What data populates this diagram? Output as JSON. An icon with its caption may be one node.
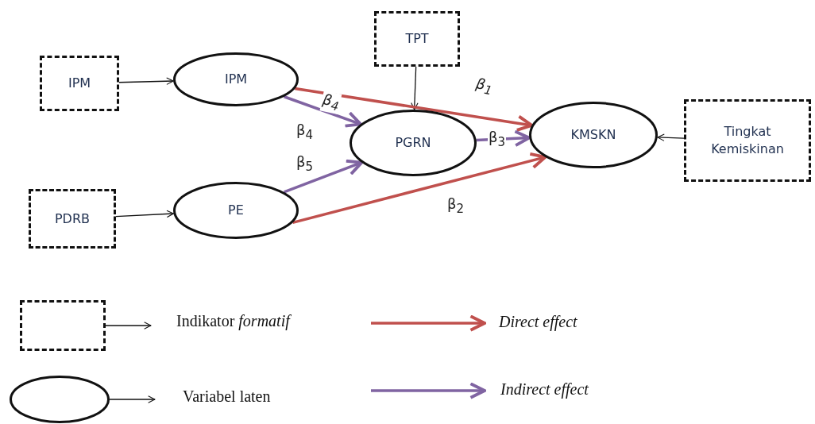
{
  "diagram": {
    "nodes": [
      {
        "text": [
          "IPM"
        ]
      },
      {
        "text": [
          "IPM"
        ]
      },
      {
        "text": [
          "TPT"
        ]
      },
      {
        "text": [
          "PGRN"
        ]
      },
      {
        "text": [
          "KMSKN"
        ]
      },
      {
        "text": [
          "Tingkat Kemiskinan"
        ]
      },
      {
        "text": [
          "PDRB"
        ]
      },
      {
        "text": [
          "PE"
        ]
      },
      {
        "text": [],
        "shape": "box"
      },
      {
        "text": [],
        "shape": "ellipse"
      }
    ],
    "edges": [
      {
        "from": 0,
        "to": 1,
        "arrow": "to"
      },
      {
        "from": 2,
        "to": 3,
        "arrow": "to"
      },
      {
        "from": 5,
        "to": 4,
        "arrow": "to"
      },
      {
        "from": 6,
        "to": 7,
        "arrow": "to"
      },
      {
        "from": 1,
        "to": 4,
        "arrow": "to",
        "label": "β$_{1}$",
        "style": "thick",
        "color": "#c0504d"
      },
      {
        "from": 7,
        "to": 4,
        "arrow": "to",
        "label": "β$_{2}$",
        "style": "thick",
        "color": "#c0504d"
      },
      {
        "from": 3,
        "to": 4,
        "arrow": "to",
        "label": "β$_{3}$",
        "style": "thick",
        "color": "#8064a2"
      },
      {
        "from": 1,
        "to": 3,
        "arrow": "to",
        "label": "β$_{4}$",
        "style": "thick",
        "color": "#8064a2"
      },
      {
        "from": 7,
        "to": 3,
        "arrow": "to",
        "label": "β$_{5}$",
        "style": "thick",
        "color": "#8064a2"
      },
      {
        "from": 8,
        "to": null,
        "arrow": "to"
      },
      {
        "from": 9,
        "to": null,
        "arrow": "to"
      }
    ],
    "labels": [
      "β$_{4}$"
    ],
    "legend": [
      {
        "text": "Indikator *formatif*"
      },
      {
        "text": "Direct effect"
      },
      {
        "text": "Variabel laten"
      },
      {
        "text": "Indirect effect"
      }
    ]
  }
}
